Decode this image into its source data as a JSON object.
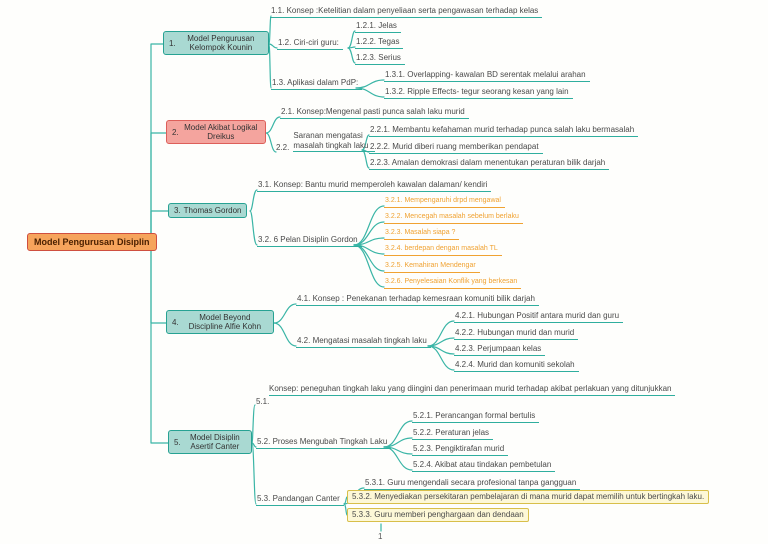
{
  "root": {
    "label": "Model Pengurusan Disiplin"
  },
  "page_number": "1",
  "colors": {
    "connector_teal": "#2fae9e",
    "node_teal_fill": "#a9d9d2",
    "node_teal_border": "#27a293",
    "node_pink_fill": "#f4a49e",
    "node_pink_border": "#dd5f5a",
    "root_fill": "#f6a45c",
    "root_border": "#cf4f3f",
    "orange_text": "#f0a232",
    "highlight_fill": "#fdf8d7",
    "highlight_border": "#d8bf4a"
  },
  "branches": [
    {
      "number": "1.",
      "title": "Model Pengurusan Kelompok Kounin",
      "items": [
        {
          "label": "1.1. Konsep :Ketelitian dalam penyeliaan serta pengawasan terhadap kelas"
        },
        {
          "label": "1.2. Ciri-ciri guru:",
          "children": [
            {
              "label": "1.2.1. Jelas"
            },
            {
              "label": "1.2.2. Tegas"
            },
            {
              "label": "1.2.3. Serius"
            }
          ]
        },
        {
          "label": "1.3. Aplikasi dalam PdP:",
          "children": [
            {
              "label": "1.3.1. Overlapping- kawalan BD serentak melalui arahan"
            },
            {
              "label": "1.3.2. Ripple Effects- tegur seorang kesan yang lain"
            }
          ]
        }
      ]
    },
    {
      "number": "2.",
      "title": "Model Akibat Logikal Dreikus",
      "items": [
        {
          "label": "2.1. Konsep:Mengenal pasti punca salah laku murid"
        },
        {
          "number": "2.2.",
          "label": "Saranan mengatasi masalah tingkah laku",
          "children": [
            {
              "label": "2.2.1.  Membantu kefahaman murid terhadap punca salah laku bermasalah"
            },
            {
              "label": "2.2.2.  Murid diberi ruang memberikan pendapat"
            },
            {
              "label": "2.2.3.  Amalan demokrasi dalam menentukan peraturan bilik darjah"
            }
          ]
        }
      ]
    },
    {
      "number": "3.",
      "title": "Thomas Gordon",
      "items": [
        {
          "label": "3.1. Konsep: Bantu murid memperoleh kawalan dalaman/ kendiri"
        },
        {
          "label": "3.2. 6 Pelan Disiplin Gordon",
          "children": [
            {
              "label": "3.2.1. Mempengaruhi drpd mengawal"
            },
            {
              "label": "3.2.2. Mencegah masalah sebelum berlaku"
            },
            {
              "label": "3.2.3. Masalah siapa ?"
            },
            {
              "label": "3.2.4. berdepan dengan masalah TL"
            },
            {
              "label": "3.2.5. Kemahiran Mendengar"
            },
            {
              "label": "3.2.6. Penyelesaian Konflik yang berkesan"
            }
          ]
        }
      ]
    },
    {
      "number": "4.",
      "title": "Model Beyond Discipline Alfie Kohn",
      "items": [
        {
          "label": "4.1. Konsep : Penekanan terhadap kemesraan komuniti bilik darjah"
        },
        {
          "label": "4.2. Mengatasi masalah tingkah laku",
          "children": [
            {
              "label": "4.2.1. Hubungan Positif antara murid dan guru"
            },
            {
              "label": "4.2.2. Hubungan murid dan murid"
            },
            {
              "label": "4.2.3. Perjumpaan kelas"
            },
            {
              "label": "4.2.4. Murid dan komuniti sekolah"
            }
          ]
        }
      ]
    },
    {
      "number": "5.",
      "title": "Model Disiplin Asertif Canter",
      "items": [
        {
          "number": "5.1.",
          "label": "Konsep: peneguhan tingkah laku yang diingini dan penerimaan murid terhadap akibat perlakuan yang ditunjukkan"
        },
        {
          "label": "5.2. Proses Mengubah Tingkah Laku",
          "children": [
            {
              "label": "5.2.1.  Perancangan formal bertulis"
            },
            {
              "label": "5.2.2. Peraturan jelas"
            },
            {
              "label": "5.2.3. Pengiktirafan murid"
            },
            {
              "label": "5.2.4.  Akibat atau tindakan pembetulan"
            }
          ]
        },
        {
          "label": "5.3. Pandangan Canter",
          "children": [
            {
              "label": "5.3.1. Guru mengendali secara profesional tanpa gangguan"
            },
            {
              "label": "5.3.2. Menyediakan persekitaran pembelajaran di mana murid dapat memilih untuk bertingkah laku."
            },
            {
              "label": "5.3.3. Guru memberi penghargaan dan dendaan"
            }
          ]
        }
      ]
    }
  ]
}
